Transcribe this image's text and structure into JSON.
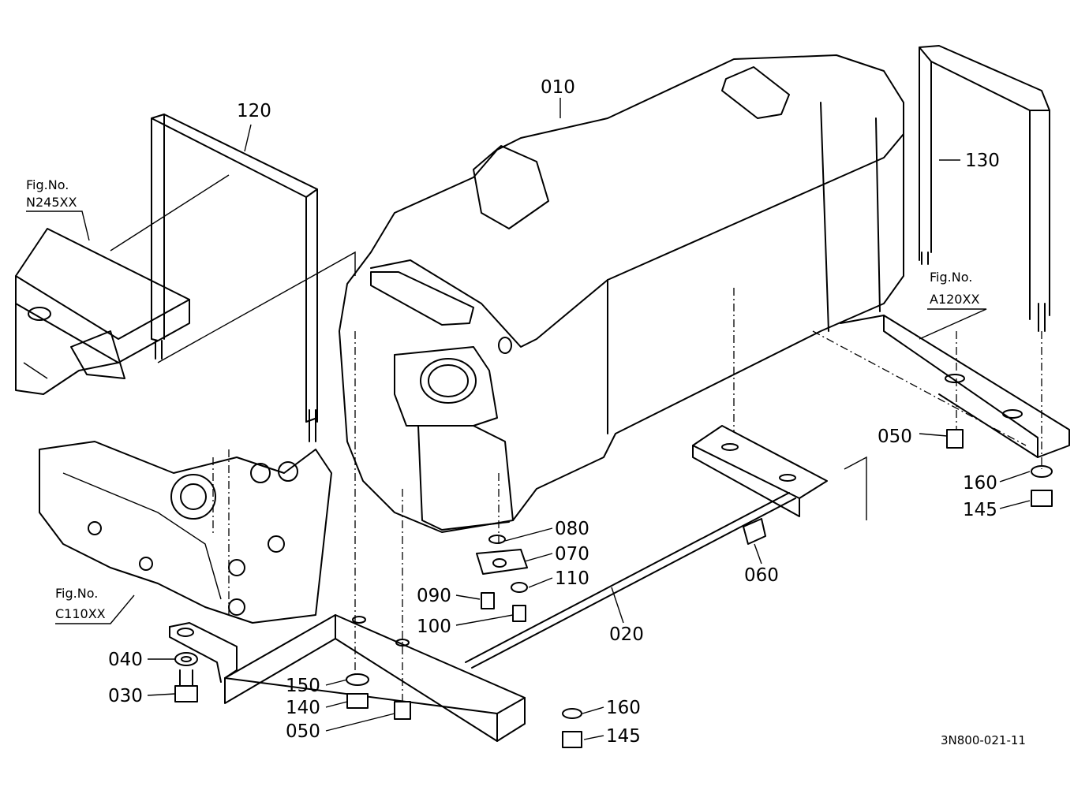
{
  "parts": {
    "p010": "010",
    "p020": "020",
    "p030": "030",
    "p040": "040",
    "p050a": "050",
    "p050b": "050",
    "p060": "060",
    "p070": "070",
    "p080": "080",
    "p090": "090",
    "p100": "100",
    "p110": "110",
    "p120": "120",
    "p130": "130",
    "p140": "140",
    "p145a": "145",
    "p145b": "145",
    "p150": "150",
    "p160a": "160",
    "p160b": "160"
  },
  "refs": {
    "n245": {
      "line1": "Fig.No.",
      "line2": "N245XX"
    },
    "a120": {
      "line1": "Fig.No.",
      "line2": "A120XX"
    },
    "c110": {
      "line1": "Fig.No.",
      "line2": "C110XX"
    }
  },
  "drawing_code": "3N800-021-11"
}
